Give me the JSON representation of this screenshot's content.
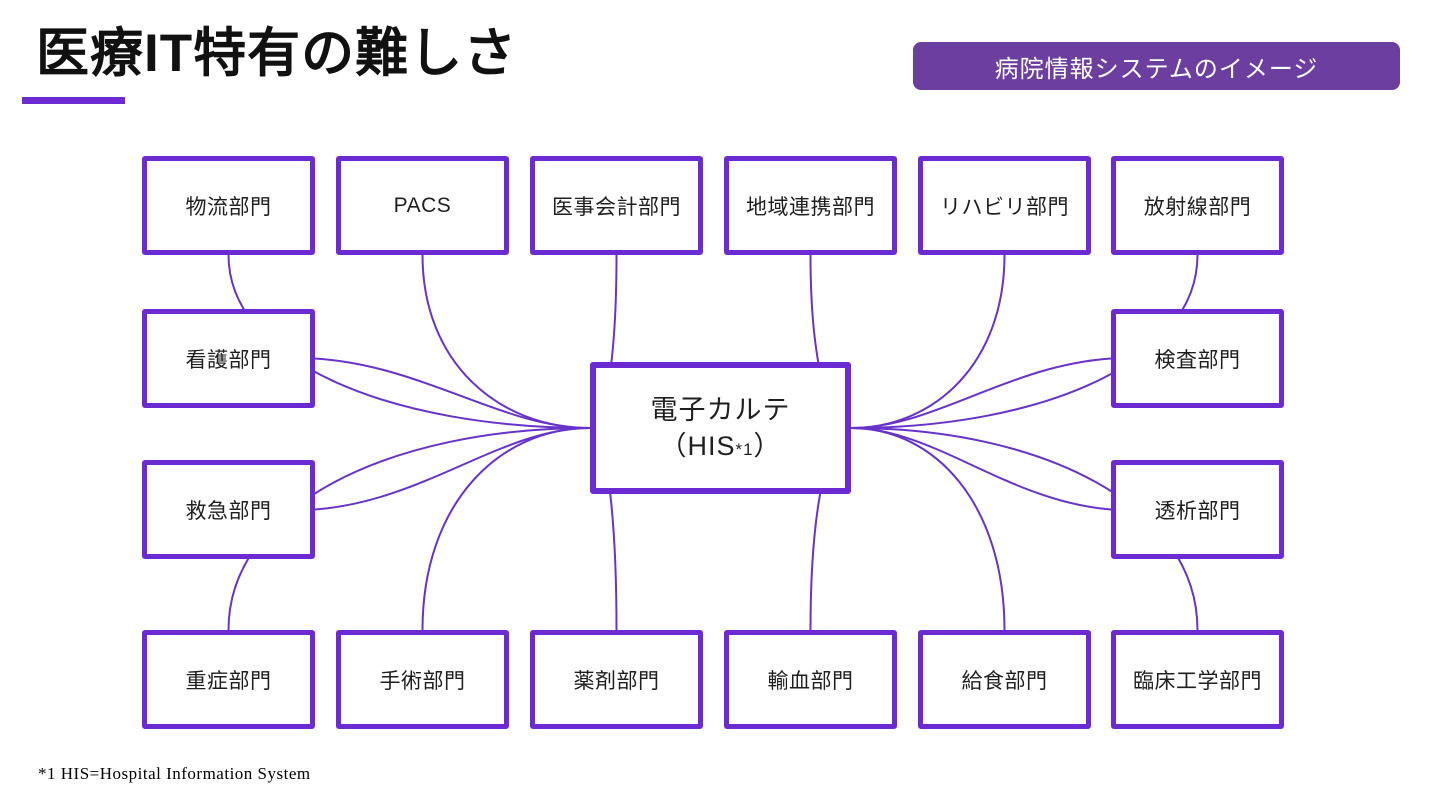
{
  "page": {
    "title": "医療IT特有の難しさ",
    "badge": "病院情報システムのイメージ",
    "footnote": "*1 HIS=Hospital Information System"
  },
  "colors": {
    "accent_purple": "#6C2BD2",
    "connector_purple": "#6733C9",
    "badge_purple": "#6B3EA0",
    "title_black": "#111111",
    "node_text": "#1f1f1f",
    "footnote_gray": "#9a9a9a",
    "background": "#ffffff"
  },
  "diagram": {
    "center": {
      "id": "his",
      "line1": "電子カルテ",
      "line2_pre": "（HIS",
      "line2_note": "*1",
      "line2_post": "）"
    },
    "nodes": [
      {
        "id": "butsuryu",
        "label": "物流部門"
      },
      {
        "id": "pacs",
        "label": "PACS"
      },
      {
        "id": "iji",
        "label": "医事会計部門"
      },
      {
        "id": "chiiki",
        "label": "地域連携部門"
      },
      {
        "id": "rehab",
        "label": "リハビリ部門"
      },
      {
        "id": "hosha",
        "label": "放射線部門"
      },
      {
        "id": "kango",
        "label": "看護部門"
      },
      {
        "id": "kensa",
        "label": "検査部門"
      },
      {
        "id": "kyukyu",
        "label": "救急部門"
      },
      {
        "id": "toseki",
        "label": "透析部門"
      },
      {
        "id": "jusho",
        "label": "重症部門"
      },
      {
        "id": "shujutsu",
        "label": "手術部門"
      },
      {
        "id": "yakuzai",
        "label": "薬剤部門"
      },
      {
        "id": "yuketsu",
        "label": "輸血部門"
      },
      {
        "id": "kyushoku",
        "label": "給食部門"
      },
      {
        "id": "rinsho",
        "label": "臨床工学部門"
      }
    ]
  }
}
